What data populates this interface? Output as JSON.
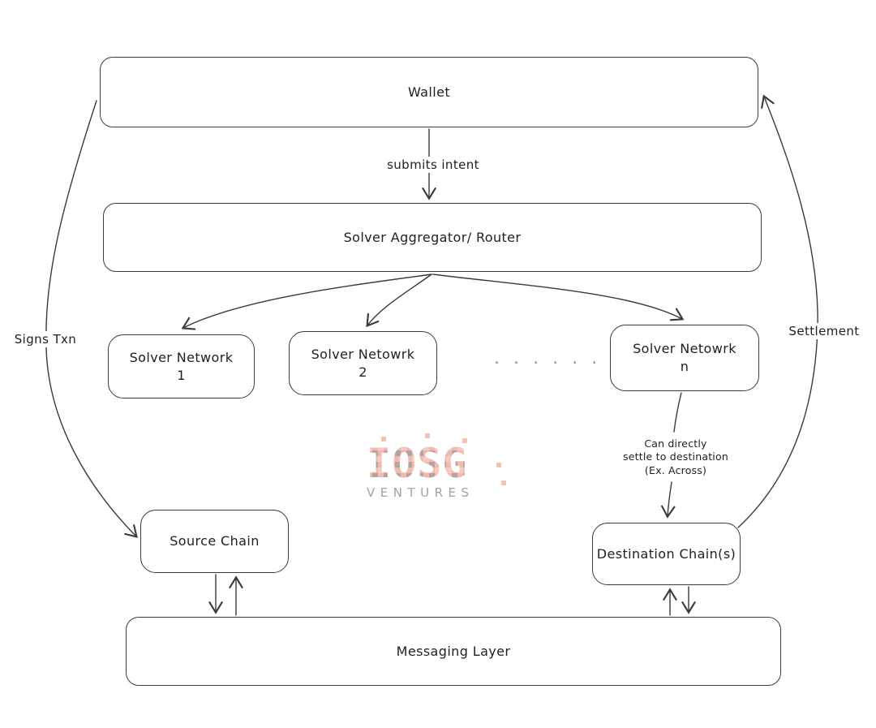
{
  "canvas": {
    "background": "#ffffff",
    "stroke_color": "#3a3a3a",
    "text_color": "#1f1f1f"
  },
  "nodes": {
    "wallet": {
      "label": "Wallet"
    },
    "aggregator": {
      "label": "Solver Aggregator/ Router"
    },
    "solver1": {
      "line1": "Solver Network",
      "line2": "1"
    },
    "solver2": {
      "line1": "Solver Netowrk",
      "line2": "2"
    },
    "solvern": {
      "line1": "Solver Netowrk",
      "line2": "n"
    },
    "source": {
      "label": "Source Chain"
    },
    "destination": {
      "label": "Destination Chain(s)"
    },
    "messaging": {
      "label": "Messaging Layer"
    }
  },
  "edges": {
    "submits_intent": "submits intent",
    "signs_txn": "Signs Txn",
    "settlement": "Settlement",
    "direct_settle": [
      "Can directly",
      "settle to destination",
      "(Ex. Across)"
    ],
    "ellipsis": ". . . . . ."
  },
  "watermark": {
    "logo": "IOSG",
    "subtitle": "VENTURES",
    "pink": "#eeafa4",
    "gray": "#9f9a98",
    "subtitle_gray": "#a2a2a2"
  }
}
